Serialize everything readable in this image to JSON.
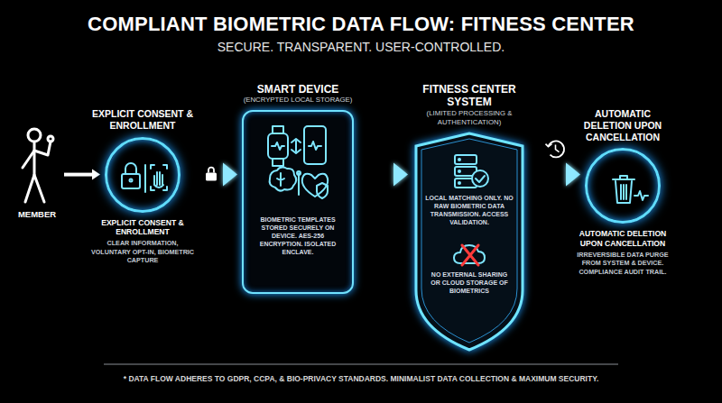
{
  "diagram": {
    "title": "COMPLIANT BIOMETRIC DATA FLOW: FITNESS CENTER",
    "caption": "* DATA FLOW ADHERES TO GDPR, CCPA, & BIO-PRIVACY STANDARDS. MINIMALIST DATA COLLECTION & MAXIMUM SECURITY.",
    "nodes": [
      {
        "text": [
          "MEMBER"
        ]
      },
      {
        "text": [
          "EXPLICIT CONSENT & ENROLLMENT",
          "EXPLICIT CONSENT & ENROLLMENT",
          "CLEAR INFORMATION, VOLUNTARY OPT-IN, BIOMETRIC CAPTURE"
        ]
      },
      {
        "text": [
          "SMART DEVICE",
          "(ENCRYPTED LOCAL STORAGE)",
          "BIOMETRIC TEMPLATES STORED SECURELY ON DEVICE. AES-256 ENCRYPTION. ISOLATED ENCLAVE."
        ]
      },
      {
        "text": [
          "FITNESS CENTER SYSTEM",
          "(LIMITED PROCESSING & AUTHENTICATION)",
          "LOCAL MATCHING ONLY. NO RAW BIOMETRIC DATA TRANSMISSION. ACCESS VALIDATION.",
          "NO EXTERNAL SHARING OR CLOUD STORAGE OF BIOMETRICS"
        ]
      },
      {
        "text": [
          "AUTOMATIC DELETION UPON CANCELLATION",
          "AUTOMATIC DELETION UPON CANCELLATION",
          "IRREVERSIBLE DATA PURGE FROM SYSTEM & DEVICE. COMPLIANCE AUDIT TRAIL."
        ]
      }
    ],
    "edges": [
      {
        "from": 0,
        "to": 1,
        "arrow": "to"
      },
      {
        "from": 1,
        "to": 2,
        "arrow": "to"
      },
      {
        "from": 2,
        "to": 3,
        "arrow": "to"
      },
      {
        "from": 3,
        "to": 4,
        "arrow": "to"
      }
    ],
    "labels": [
      "SECURE. TRANSPARENT. USER-CONTROLLED."
    ]
  }
}
